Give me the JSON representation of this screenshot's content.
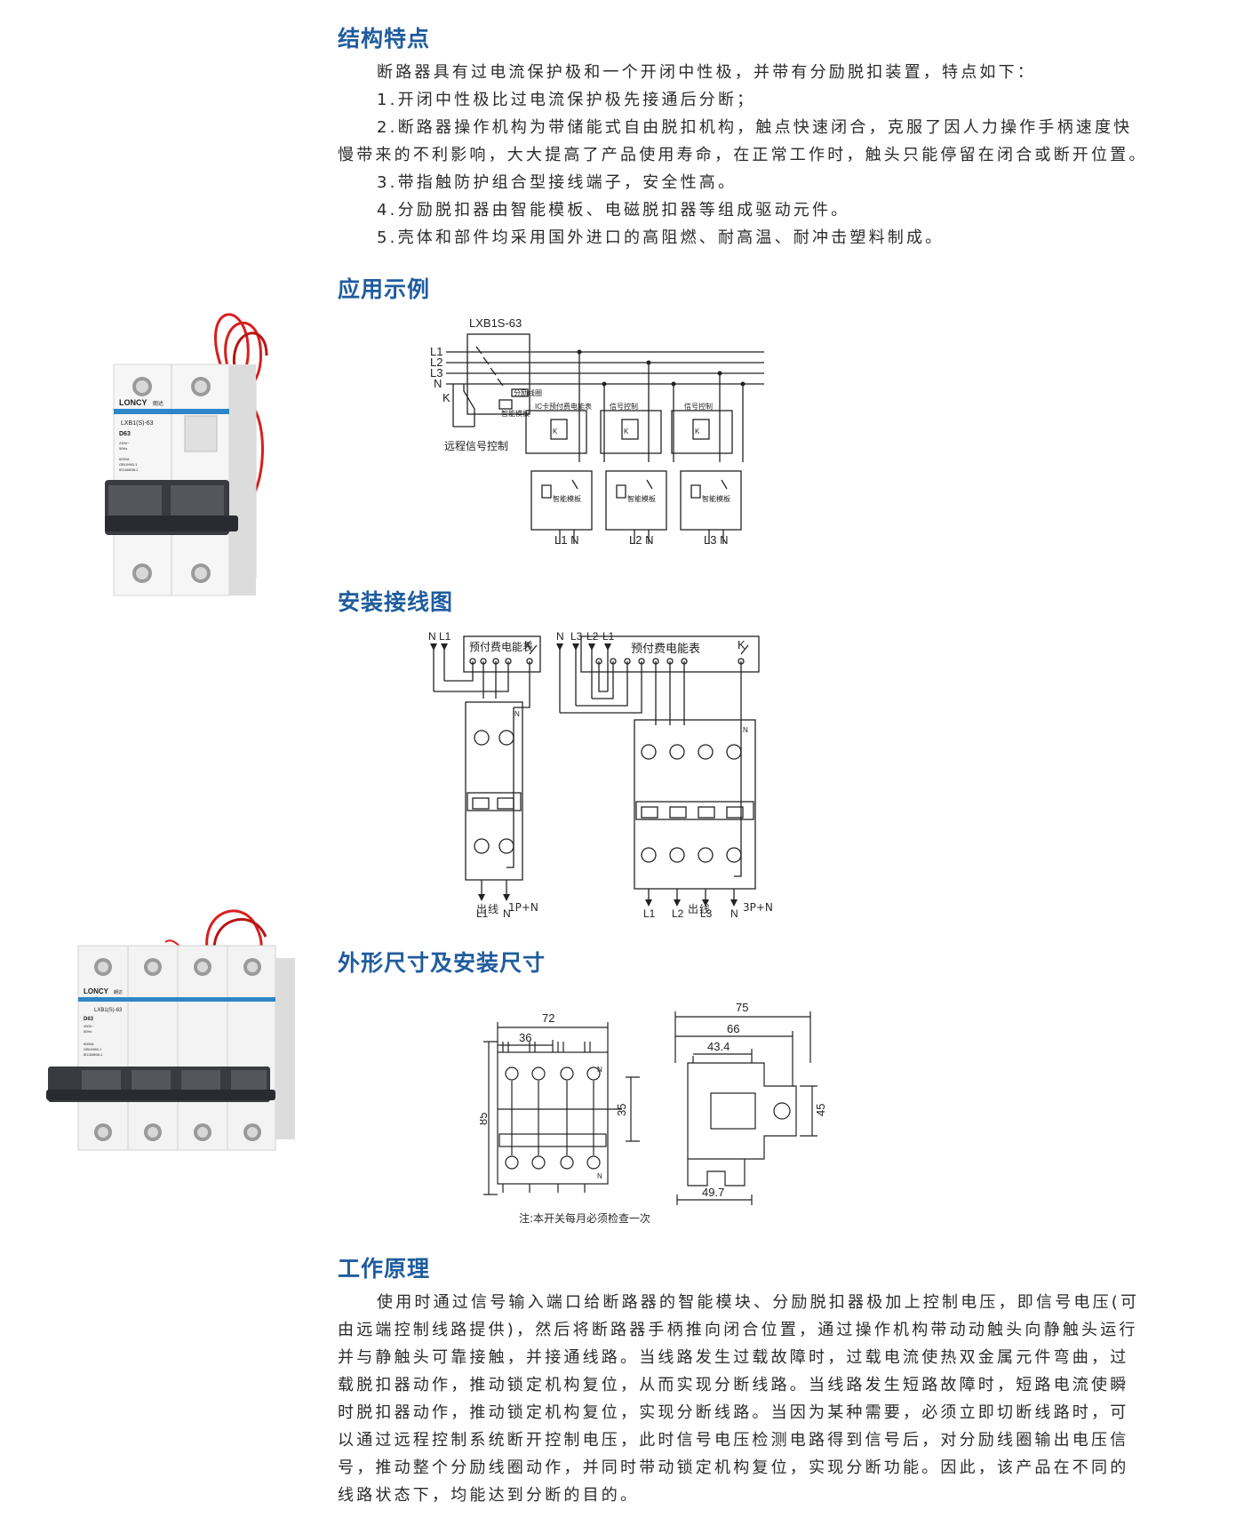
{
  "sections": {
    "features": {
      "heading": "结构特点",
      "lines": [
        "断路器具有过电流保护极和一个开闭中性极，并带有分励脱扣装置，特点如下：",
        "1.开闭中性极比过电流保护极先接通后分断；",
        "2.断路器操作机构为带储能式自由脱扣机构，触点快速闭合，克服了因人力操作手柄速度快",
        "慢带来的不利影响，大大提高了产品使用寿命，在正常工作时，触头只能停留在闭合或断开位置。",
        "3.带指触防护组合型接线端子，安全性高。",
        "4.分励脱扣器由智能模板、电磁脱扣器等组成驱动元件。",
        "5.壳体和部件均采用国外进口的高阻燃、耐高温、耐冲击塑料制成。"
      ]
    },
    "application": {
      "heading": "应用示例",
      "model": "LXB1S-63",
      "lines": [
        "L1",
        "L2",
        "L3",
        "N"
      ],
      "k": "K",
      "remote": "远程信号控制",
      "internal": [
        "分励线圈",
        "智能模板"
      ],
      "boxes": [
        {
          "label": "IC卡预付费电能表",
          "out": "L1 N",
          "inner": "智能模板"
        },
        {
          "label": "信号控制",
          "out": "L2 N",
          "inner": "智能模板"
        },
        {
          "label": "信号控制",
          "out": "L3 N",
          "inner": "智能模板"
        }
      ]
    },
    "wiring": {
      "heading": "安装接线图",
      "left": {
        "top_labels": [
          "N",
          "L1"
        ],
        "meter": "预付费电能表",
        "k": "K",
        "out_labels": [
          "L1",
          "N"
        ],
        "caption": "出线",
        "type": "1P+N",
        "n_mark": "N"
      },
      "right": {
        "top_labels": [
          "N",
          "L3",
          "L2",
          "L1"
        ],
        "meter": "预付费电能表",
        "k": "K",
        "out_labels": [
          "L1",
          "L2",
          "L3",
          "N"
        ],
        "caption": "出线",
        "type": "3P+N",
        "n_mark": "N"
      }
    },
    "dimensions": {
      "heading": "外形尺寸及安装尺寸",
      "front": {
        "width": "72",
        "half": "36",
        "height": "85",
        "mid": "35",
        "n_mark": "N"
      },
      "side": {
        "d75": "75",
        "d66": "66",
        "d434": "43.4",
        "d45": "45",
        "d497": "49.7"
      },
      "note": "注:本开关每月必须检查一次"
    },
    "principle": {
      "heading": "工作原理",
      "lines": [
        "使用时通过信号输入端口给断路器的智能模块、分励脱扣器极加上控制电压，即信号电压(可",
        "由远端控制线路提供)，然后将断路器手柄推向闭合位置，通过操作机构带动动触头向静触头运行",
        "并与静触头可靠接触，并接通线路。当线路发生过载故障时，过载电流使热双金属元件弯曲，过",
        "载脱扣器动作，推动锁定机构复位，从而实现分断线路。当线路发生短路故障时，短路电流使瞬",
        "时脱扣器动作，推动锁定机构复位，实现分断线路。当因为某种需要，必须立即切断线路时，可",
        "以通过远程控制系统断开控制电压，此时信号电压检测电路得到信号后，对分励线圈输出电压信",
        "号，推动整个分励线圈动作，并同时带动锁定机构复位，实现分断功能。因此，该产品在不同的",
        "线路状态下，均能达到分断的目的。"
      ]
    }
  },
  "products": {
    "two_pole": {
      "brand": "LONCY",
      "brand_cn": "朗达",
      "model": "LXB1(S)-63",
      "rating": "D63",
      "specs": [
        "230V~",
        "50Hz",
        "6000A",
        "GB10963.1",
        "IEC60898-1"
      ]
    },
    "four_pole": {
      "brand": "LONCY",
      "brand_cn": "朗达",
      "model": "LXB1(S)-63",
      "rating": "D63",
      "specs": [
        "400V~",
        "50Hz",
        "6000A",
        "GB10963.1",
        "IEC60898-1"
      ]
    }
  },
  "colors": {
    "heading": "#1f5c9e",
    "text": "#2b2b2b",
    "brand": "#2e86c8",
    "wire": "#d91e1e",
    "handle": "#3a3b40"
  }
}
